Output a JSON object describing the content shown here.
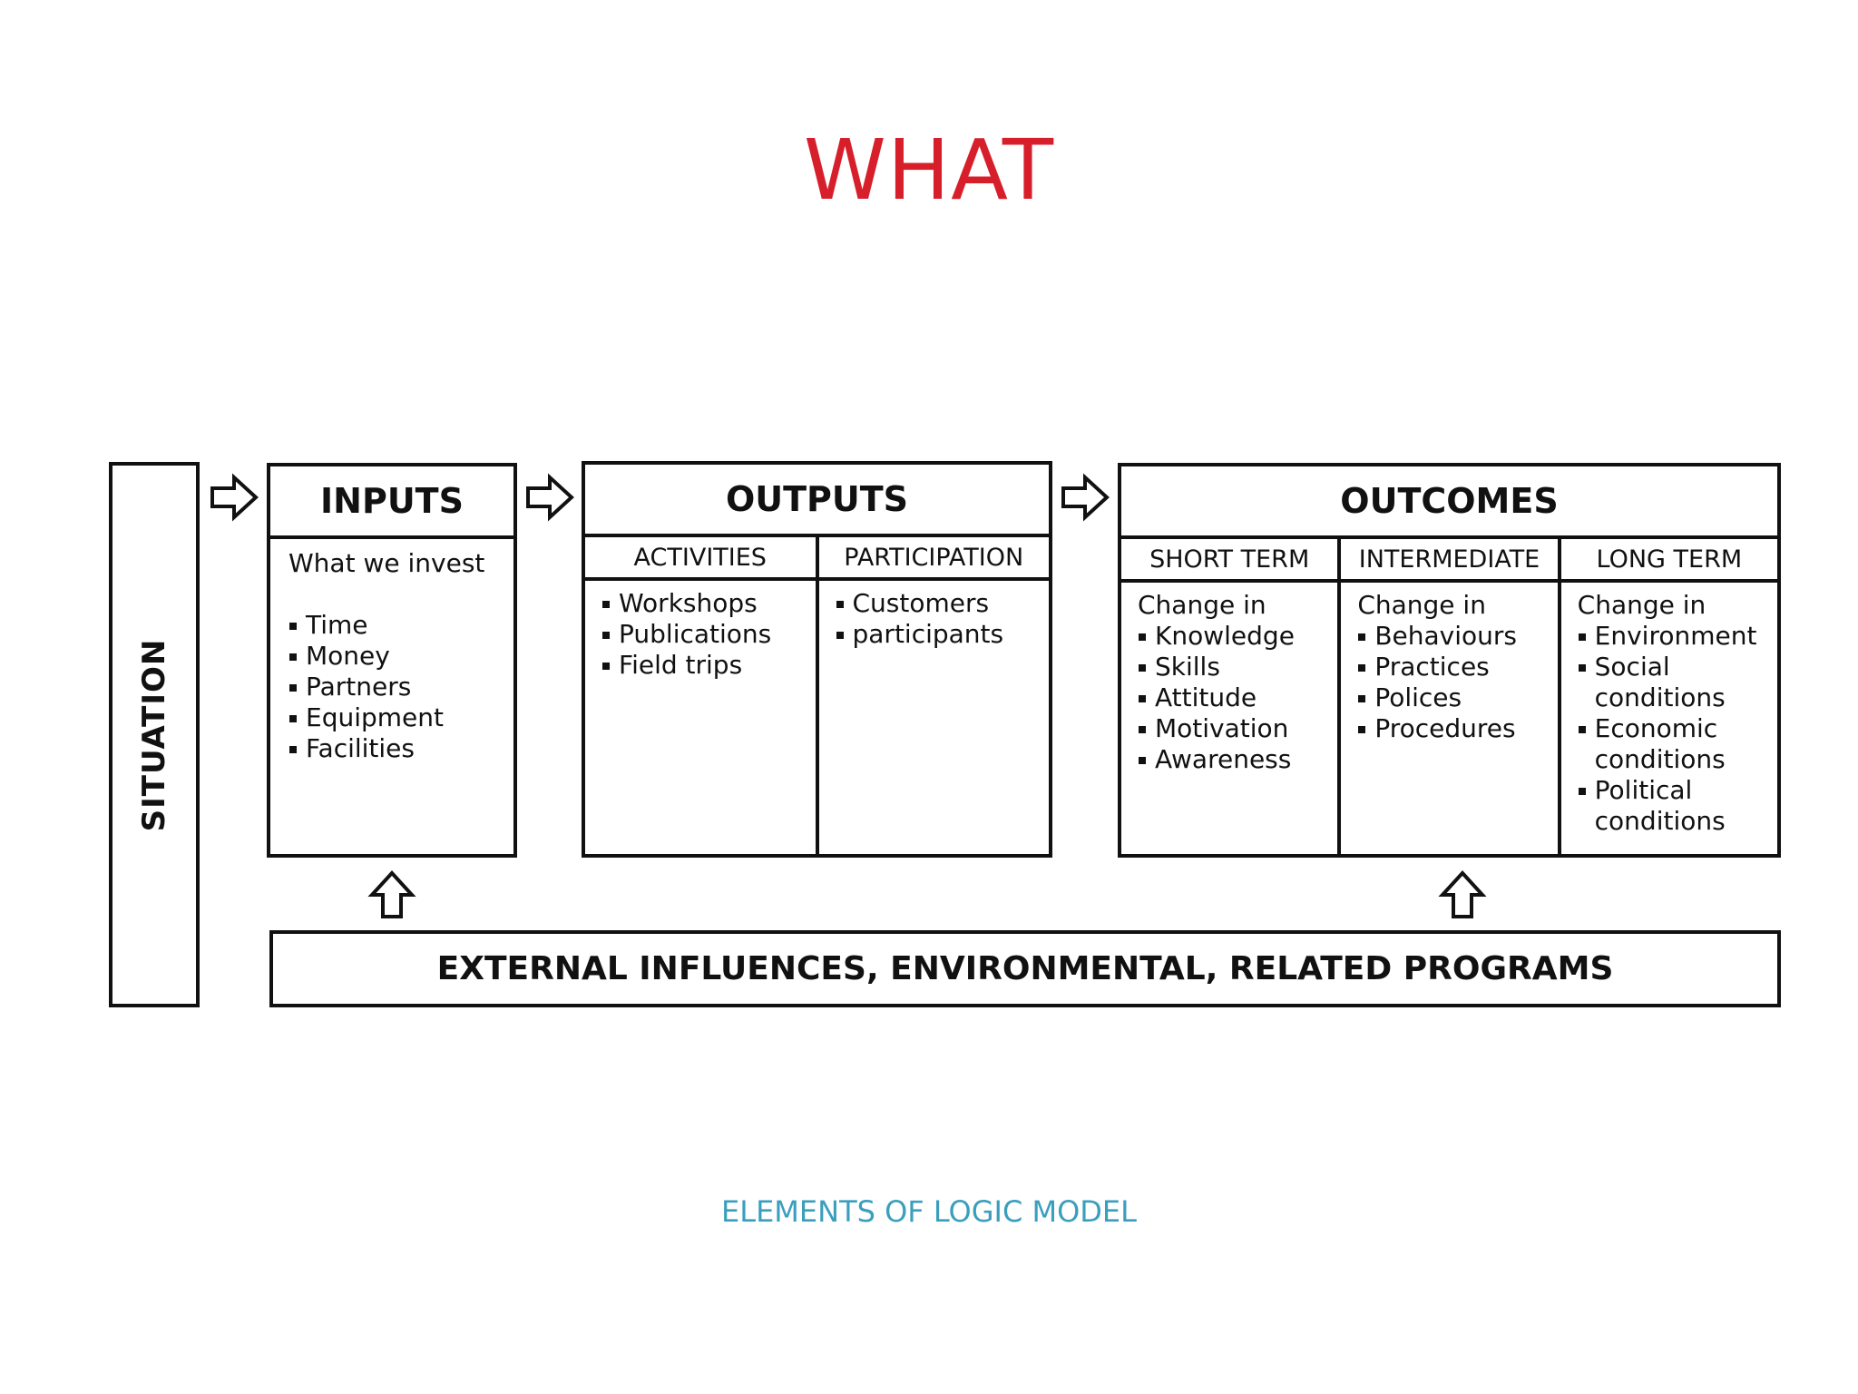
{
  "title": "WHAT",
  "footer": "ELEMENTS OF LOGIC MODEL",
  "colors": {
    "title": "#d71f2b",
    "footer": "#3a9ebd",
    "lines": "#111111"
  },
  "situation": {
    "label": "SITUATION"
  },
  "inputs": {
    "heading": "INPUTS",
    "lead": "What we invest",
    "items": [
      "Time",
      "Money",
      "Partners",
      "Equipment",
      "Facilities"
    ]
  },
  "outputs": {
    "heading": "OUTPUTS",
    "columns": [
      {
        "heading": "ACTIVITIES",
        "items": [
          "Workshops",
          "Publications",
          "Field trips"
        ]
      },
      {
        "heading": "PARTICIPATION",
        "items": [
          "Customers",
          "participants"
        ]
      }
    ]
  },
  "outcomes": {
    "heading": "OUTCOMES",
    "columns": [
      {
        "heading": "SHORT TERM",
        "lead": "Change in",
        "items": [
          "Knowledge",
          "Skills",
          "Attitude",
          "Motivation",
          "Awareness"
        ]
      },
      {
        "heading": "INTERMEDIATE",
        "lead": "Change in",
        "items": [
          "Behaviours",
          "Practices",
          "Polices",
          "Procedures"
        ]
      },
      {
        "heading": "LONG TERM",
        "lead": "Change in",
        "items": [
          "Environment",
          "Social conditions",
          "Economic conditions",
          "Political conditions"
        ]
      }
    ]
  },
  "external": {
    "label": "EXTERNAL INFLUENCES, ENVIRONMENTAL, RELATED PROGRAMS"
  }
}
